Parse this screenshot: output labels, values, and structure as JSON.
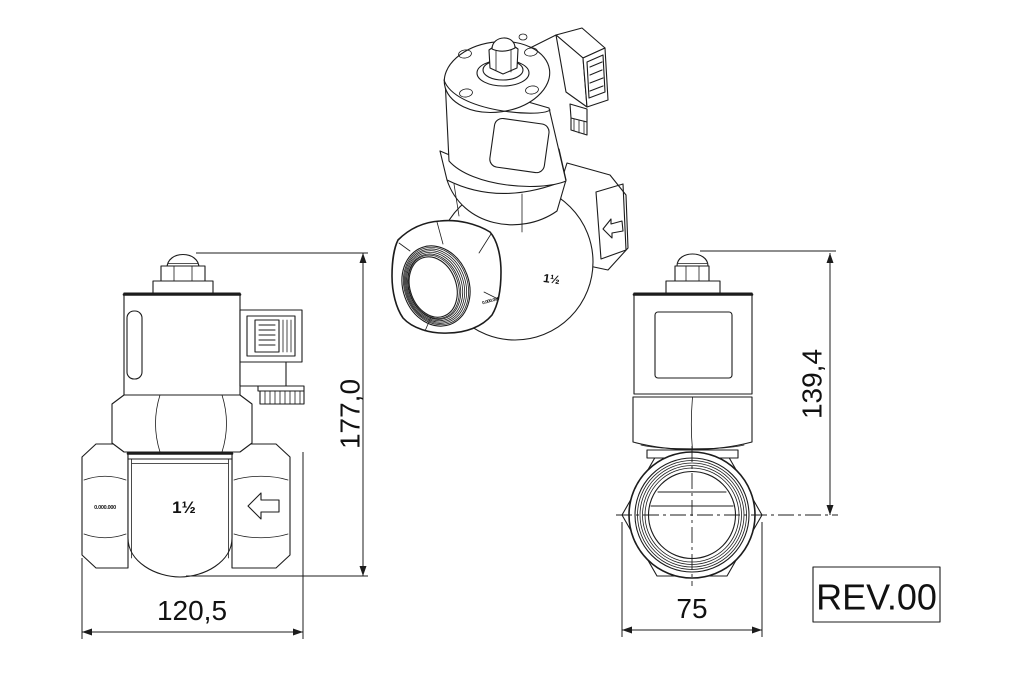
{
  "colors": {
    "background": "#ffffff",
    "line": "#1c1c1c"
  },
  "front_view": {
    "height_dim": "177,0",
    "width_dim": "120,5"
  },
  "side_view": {
    "height_dim": "139,4",
    "width_dim": "75"
  },
  "markings": {
    "port_size": "1½",
    "part_number": "0.000.000"
  },
  "revision_box": {
    "label": "REV.00"
  }
}
